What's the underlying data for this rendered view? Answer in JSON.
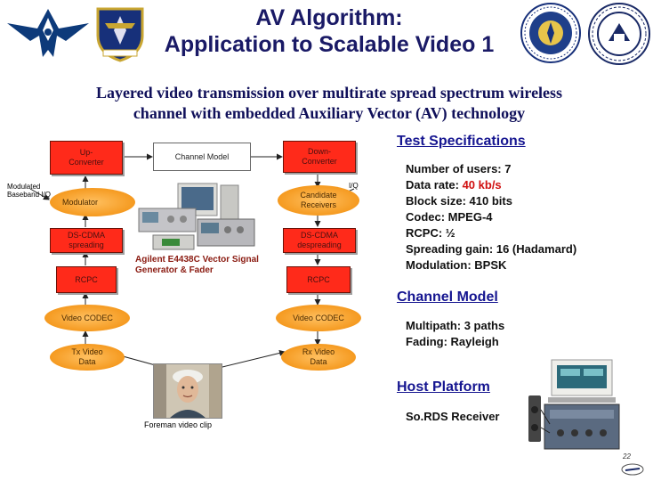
{
  "header": {
    "title_line1": "AV Algorithm:",
    "title_line2": "Application to Scalable Video 1"
  },
  "subtitle": {
    "line1": "Layered video transmission over multirate spread spectrum wireless",
    "line2": "channel with embedded Auxiliary Vector (AV) technology"
  },
  "diagram": {
    "up_converter": "Up-Converter",
    "channel_model": "Channel Model",
    "down_converter": "Down-Converter",
    "modulated_baseband": "Modulated Baseband I/Q",
    "iq": "I/Q",
    "modulator": "Modulator",
    "candidate_receivers": "Candidate Receivers",
    "ds_cdma_spreading": "DS-CDMA spreading",
    "ds_cdma_despreading": "DS-CDMA despreading",
    "rcpc_left": "RCPC",
    "rcpc_right": "RCPC",
    "agilent": "Agilent E4438C Vector Signal Generator & Fader",
    "video_codec_left": "Video CODEC",
    "video_codec_right": "Video CODEC",
    "tx_video": "Tx Video Data",
    "rx_video": "Rx Video Data",
    "foreman": "Foreman video clip"
  },
  "test_specs": {
    "heading": "Test Specifications",
    "users": "Number of users: 7",
    "data_rate_label": "Data rate: ",
    "data_rate_value": "40 kb/s",
    "block_size": "Block size: 410 bits",
    "codec": "Codec: MPEG-4",
    "rcpc": "RCPC: ½",
    "spreading_gain": "Spreading gain: 16 (Hadamard)",
    "modulation": "Modulation: BPSK"
  },
  "channel_model": {
    "heading": "Channel Model",
    "multipath": "Multipath: 3 paths",
    "fading": "Fading: Rayleigh"
  },
  "host_platform": {
    "heading": "Host Platform",
    "receiver": "So.RDS Receiver"
  },
  "footer": {
    "page_number": "22"
  },
  "colors": {
    "title": "#1a1a66",
    "red_box": "#ff2a1a",
    "orange_oval": "#f59a20",
    "heading_blue": "#151590",
    "highlight_red": "#d01010"
  }
}
